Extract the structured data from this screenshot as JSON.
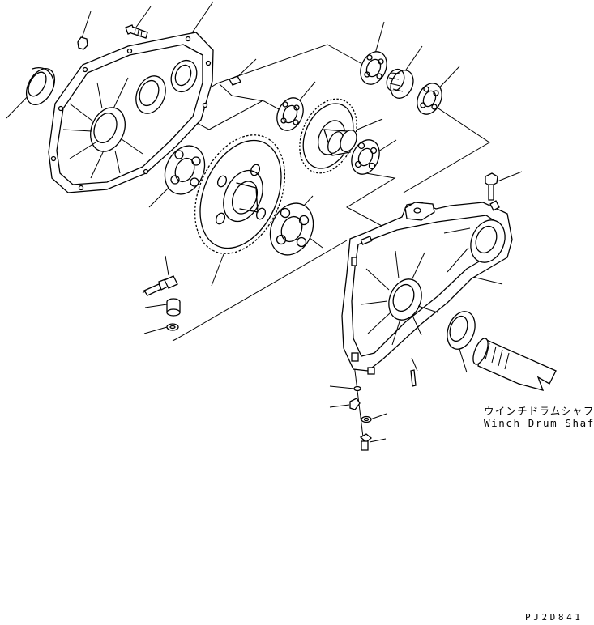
{
  "labels": {
    "shaft_japanese": "ウインチドラムシャフト",
    "shaft_english": "Winch Drum Shaft",
    "figure_code": "PJ2D841"
  }
}
